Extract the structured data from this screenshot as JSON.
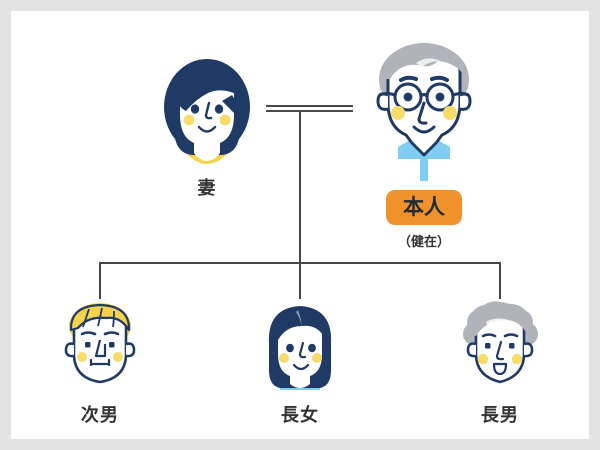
{
  "diagram": {
    "title": "family-tree",
    "background_color": "#ffffff",
    "frame_color": "#e3e3e3",
    "line_color": "#474747",
    "palette": {
      "navy": "#1f3a64",
      "gray_hair": "#b0b4ba",
      "yellow": "#f5d34f",
      "cheek": "#f7dc6a",
      "light_blue": "#7fcdf2",
      "orange": "#f0922b",
      "label_text": "#333333"
    }
  },
  "nodes": {
    "wife": {
      "label": "妻",
      "icon": "woman-navy-bob-avatar",
      "hair_color": "#1f3a64",
      "collar_color": "#f5d34f"
    },
    "self": {
      "label": "本人",
      "sub_label": "（健在）",
      "icon": "man-gray-hair-glasses-avatar",
      "hair_color": "#b0b4ba",
      "glasses_color": "#1f3a64",
      "collar_color": "#7fcdf2",
      "badge_color": "#f0922b"
    },
    "second_son": {
      "label": "次男",
      "icon": "man-blond-hair-avatar",
      "hair_color": "#f5d34f",
      "outline_color": "#1f3a64"
    },
    "eldest_daughter": {
      "label": "長女",
      "icon": "woman-long-navy-hair-avatar",
      "hair_color": "#1f3a64",
      "top_color": "#7fcdf2"
    },
    "eldest_son": {
      "label": "長男",
      "icon": "man-gray-curly-hair-avatar",
      "hair_color": "#b0b4ba",
      "outline_color": "#1f3a64"
    }
  },
  "connectors": {
    "marriage_line": "double-horizontal-line",
    "descent_line": "vertical-line",
    "sibling_bar": "horizontal-line"
  }
}
